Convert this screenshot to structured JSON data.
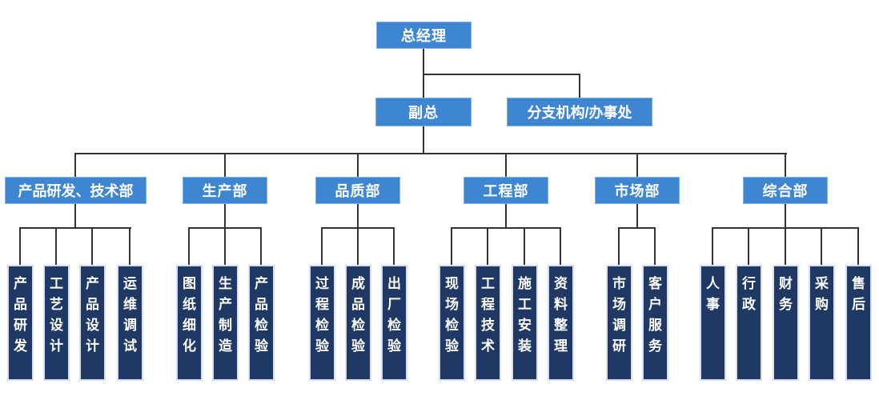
{
  "root": {
    "label": "总经理"
  },
  "deputy": {
    "label": "副总"
  },
  "branch": {
    "label": "分支机构/办事处"
  },
  "departments": [
    {
      "label": "产品研发、技术部",
      "children": [
        "产品研发",
        "工艺设计",
        "产品设计",
        "运维调试"
      ]
    },
    {
      "label": "生产部",
      "children": [
        "图纸细化",
        "生产制造",
        "产品检验"
      ]
    },
    {
      "label": "品质部",
      "children": [
        "过程检验",
        "成品检验",
        "出厂检验"
      ]
    },
    {
      "label": "工程部",
      "children": [
        "现场检验",
        "工程技术",
        "施工安装",
        "资料整理"
      ]
    },
    {
      "label": "市场部",
      "children": [
        "市场调研",
        "客户服务"
      ]
    },
    {
      "label": "综合部",
      "children": [
        "人事",
        "行政",
        "财务",
        "采购",
        "售后"
      ]
    }
  ],
  "colors": {
    "level_box_fill": "#3E86D1",
    "level_box_border": "#7FB2E5",
    "sub_box_fill": "#1F3864",
    "sub_box_border": "#D5DEEA",
    "connector": "#333333",
    "text": "#FFFFFF",
    "background": "#FFFFFF"
  }
}
